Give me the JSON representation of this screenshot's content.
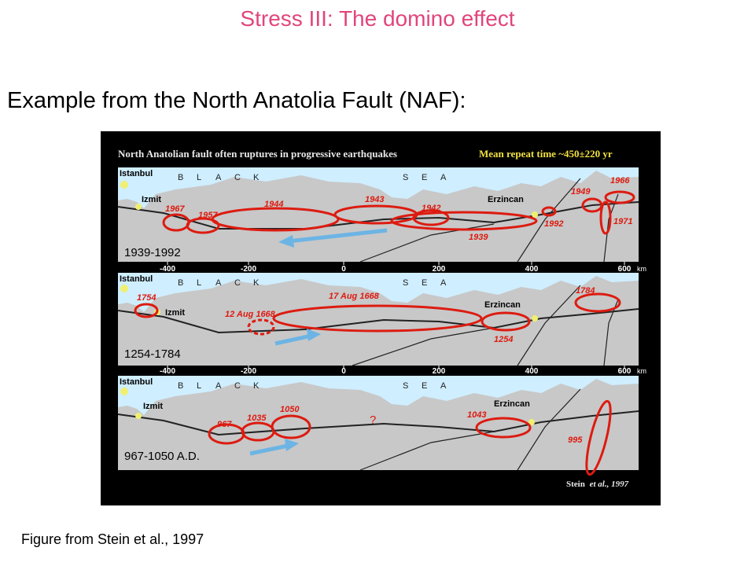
{
  "slide": {
    "title": "Stress III: The domino effect",
    "heading": "Example from the North Anatolia Fault (NAF):",
    "caption": "Figure from Stein et al., 1997"
  },
  "figure": {
    "title": "North Anatolian fault often ruptures in progressive earthquakes",
    "subtitle": "Mean repeat time ~450±220 yr",
    "credit_name": "Stein",
    "credit_rest": "et al., 1997",
    "colors": {
      "sea": "#cfeeff",
      "land": "#c8c8c8",
      "rupture": "#dd1b10",
      "arrow": "#6cb4e4",
      "city": "#f0f070",
      "title": "#e8e8e8",
      "subtitle": "#f0e040"
    },
    "scale": {
      "ticks": [
        "-400",
        "-200",
        "0",
        "200",
        "400",
        "600"
      ],
      "unit": "km"
    },
    "sea_label": [
      "B",
      "L",
      "A",
      "C",
      "K",
      "S",
      "E",
      "A"
    ],
    "panels": [
      {
        "period": "1939-1992",
        "cities": [
          "Istanbul",
          "Izmit",
          "Erzincan"
        ],
        "ruptures": [
          "1967",
          "1957",
          "1944",
          "1943",
          "1942",
          "1939",
          "1992",
          "1949",
          "1966",
          "1971"
        ]
      },
      {
        "period": "1254-1784",
        "cities": [
          "Istanbul",
          "Izmit",
          "Erzincan"
        ],
        "ruptures": [
          "1754",
          "12 Aug 1668",
          "17 Aug 1668",
          "1254",
          "1784"
        ]
      },
      {
        "period": "967-1050 A.D.",
        "cities": [
          "Istanbul",
          "Izmit",
          "Erzincan"
        ],
        "ruptures": [
          "967",
          "1035",
          "1050",
          "?",
          "1043",
          "995"
        ]
      }
    ]
  }
}
